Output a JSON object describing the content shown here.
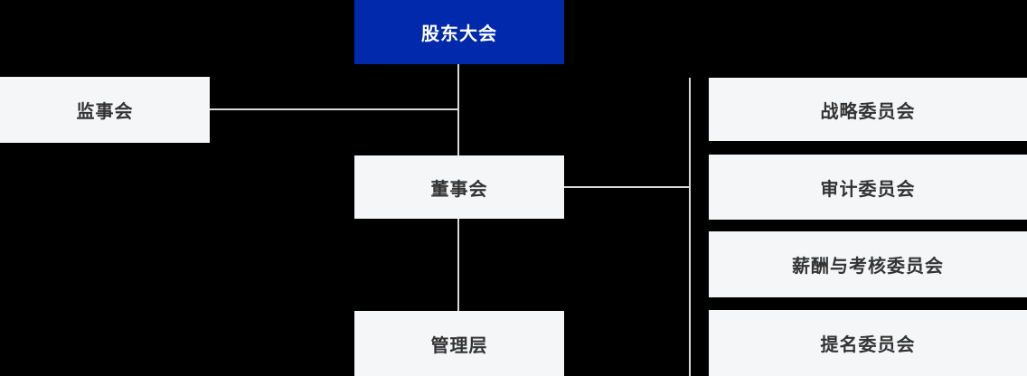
{
  "diagram": {
    "type": "org-chart",
    "nodes": {
      "root": {
        "label": "股东大会"
      },
      "supervisory": {
        "label": "监事会"
      },
      "board": {
        "label": "董事会"
      },
      "management": {
        "label": "管理层"
      },
      "committees": [
        {
          "label": "战略委员会"
        },
        {
          "label": "审计委员会"
        },
        {
          "label": "薪酬与考核委员会"
        },
        {
          "label": "提名委员会"
        }
      ]
    },
    "edges": [
      {
        "from": "股东大会",
        "to": "董事会",
        "style": "vertical-trunk"
      },
      {
        "from": "监事会",
        "to": "trunk",
        "style": "horizontal"
      },
      {
        "from": "董事会",
        "to": "管理层",
        "style": "vertical-trunk"
      },
      {
        "from": "董事会",
        "to": "committee-spine",
        "style": "horizontal"
      },
      {
        "from": "committee-spine",
        "to": "committees",
        "style": "vertical-spine"
      }
    ],
    "colors": {
      "background": "#000000",
      "root_bg": "#0029ab",
      "root_text": "#ffffff",
      "node_bg": "#f5f6f8",
      "node_text": "#333333",
      "connector": "#d9d9d9"
    }
  }
}
